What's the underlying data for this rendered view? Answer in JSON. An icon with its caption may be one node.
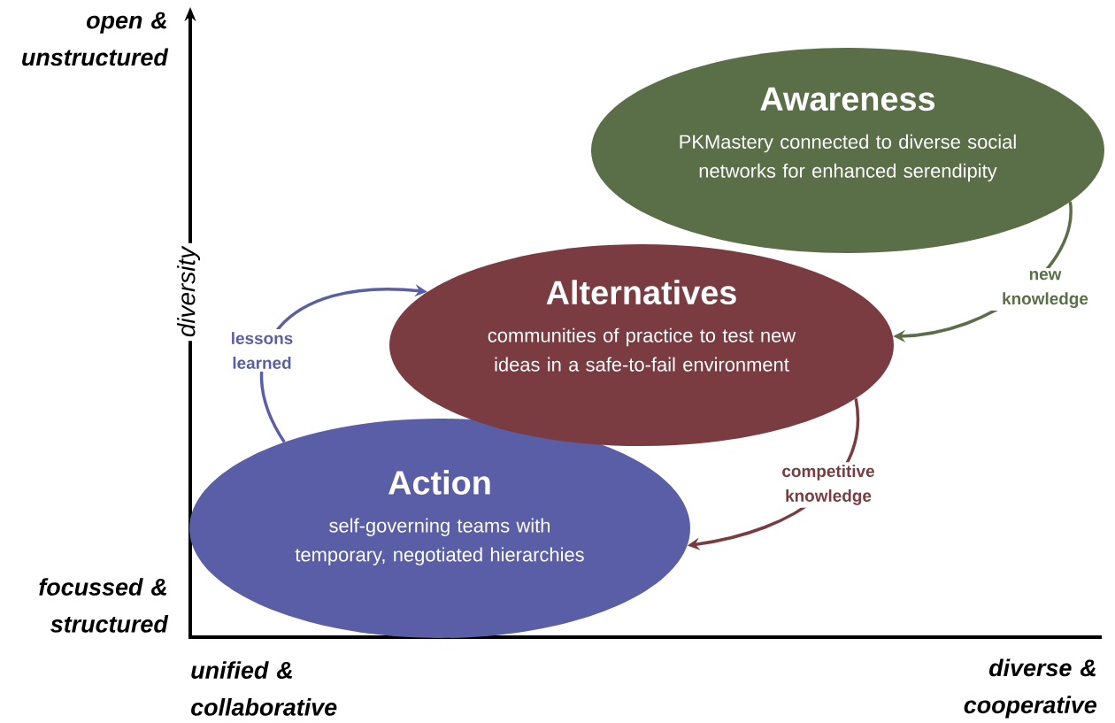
{
  "diagram": {
    "nodes": [
      {
        "text": [
          "Awareness",
          "PKMastery connected to diverse social networks for enhanced serendipity"
        ]
      },
      {
        "text": [
          "Alternatives",
          "communities of practice to test new ideas in a safe-to-fail environment"
        ]
      },
      {
        "text": [
          "Action",
          "self-governing teams with temporary, negotiated hierarchies"
        ]
      }
    ],
    "edges": [
      {
        "from": 2,
        "to": 1,
        "arrow": "to",
        "label": "lessons learned",
        "color": "#5a5ea6"
      },
      {
        "from": 0,
        "to": 1,
        "arrow": "to",
        "label": "new knowledge",
        "color": "#5a6e48"
      },
      {
        "from": 1,
        "to": 2,
        "arrow": "to",
        "label": "competitive knowledge",
        "color": "#7a3c40"
      }
    ],
    "labels": [
      "open & unstructured",
      "diversity",
      "focussed & structured",
      "unified & collaborative",
      "diverse & cooperative"
    ]
  }
}
